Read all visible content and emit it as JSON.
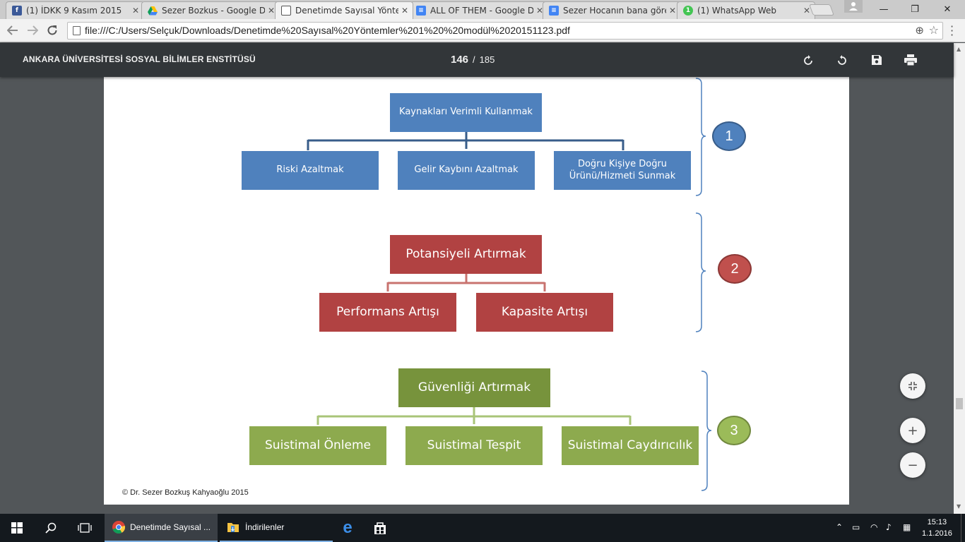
{
  "browser": {
    "tabs": [
      {
        "title": "(1) İDKK 9 Kasım 2015",
        "icon": "facebook-icon",
        "color": "#3b5998",
        "active": false
      },
      {
        "title": "Sezer Bozkus - Google Dr",
        "icon": "google-drive-icon",
        "color": "#0f9d58",
        "active": false
      },
      {
        "title": "Denetimde Sayısal Yönter",
        "icon": "document-icon",
        "color": "#ffffff",
        "active": true
      },
      {
        "title": "ALL OF THEM - Google D",
        "icon": "google-docs-icon",
        "color": "#4285f4",
        "active": false
      },
      {
        "title": "Sezer Hocanın bana göre",
        "icon": "google-docs-icon",
        "color": "#4285f4",
        "active": false
      },
      {
        "title": "(1) WhatsApp Web",
        "icon": "whatsapp-icon",
        "color": "#43c553",
        "active": false
      }
    ],
    "tab_close_glyph": "✕",
    "address": "file:///C:/Users/Selçuk/Downloads/Denetimde%20Sayısal%20Yöntemler%201%20%20modül%2020151123.pdf",
    "window_controls": {
      "minimize": "—",
      "maximize": "❐",
      "close": "✕"
    }
  },
  "pdf_toolbar": {
    "title": "ANKARA ÜNİVERSİTESİ SOSYAL BİLİMLER ENSTİTÜSÜ",
    "current_page": "146",
    "separator": "/",
    "total_pages": "185"
  },
  "diagram": {
    "group1": {
      "top": "Kaynakları Verimli Kullanmak",
      "children": [
        "Riski Azaltmak",
        "Gelir Kaybını Azaltmak",
        "Doğru Kişiye Doğru Ürünü/Hizmeti Sunmak"
      ],
      "number": "1",
      "color": "#4f81bd"
    },
    "group2": {
      "top": "Potansiyeli Artırmak",
      "children": [
        "Performans Artışı",
        "Kapasite Artışı"
      ],
      "number": "2",
      "color": "#b14242"
    },
    "group3": {
      "top": "Güvenliği Artırmak",
      "children": [
        "Suistimal Önleme",
        "Suistimal Tespit",
        "Suistimal Caydırıcılık"
      ],
      "number": "3",
      "color": "#8daa4e"
    },
    "copyright": "© Dr. Sezer Bozkuş Kahyaoğlu 2015"
  },
  "zoom_controls": {
    "fit": "fit-page-icon",
    "zoom_in": "+",
    "zoom_out": "−"
  },
  "taskbar": {
    "apps": [
      {
        "label": "Denetimde Sayısal ...",
        "icon": "chrome-icon"
      },
      {
        "label": "İndirilenler",
        "icon": "folder-icon"
      }
    ],
    "time": "15:13",
    "date": "1.1.2016"
  }
}
